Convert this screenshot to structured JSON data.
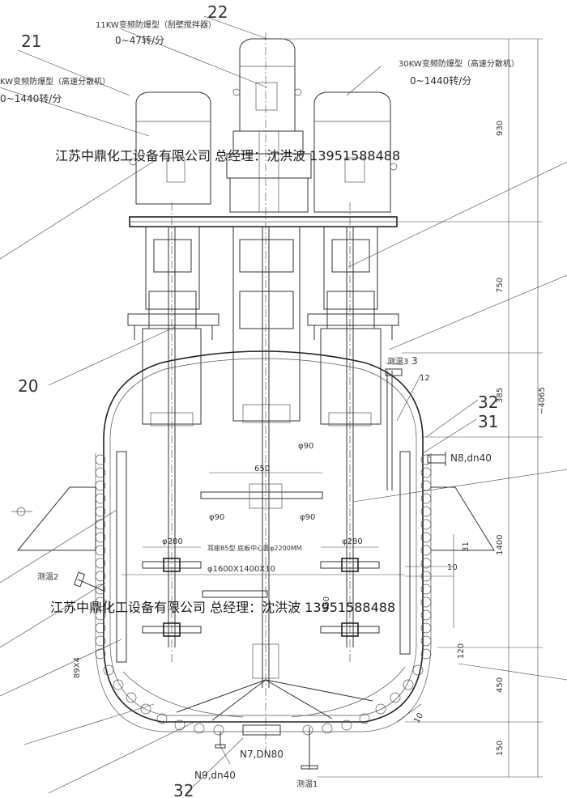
{
  "watermarks": {
    "top": "江苏中鼎化工设备有限公司 总经理：沈洪波 13951588488",
    "middle": "江苏中鼎化工设备有限公司 总经理：沈洪波 13951588488"
  },
  "callouts": {
    "c22": "22",
    "c21": "21",
    "c20": "20",
    "c31": "31",
    "c32_right": "32",
    "c32_bottom": "32",
    "c3": "3",
    "c12": "12"
  },
  "motors": {
    "center_power": "11KW变频防爆型（刮壁搅拌器）",
    "center_speed": "0~47转/分",
    "right_power": "30KW变频防爆型（高速分散机）",
    "right_speed": "0~1440转/分",
    "left_power": "KW变频防爆型（高速分散机）",
    "left_speed": "0~1440转/分"
  },
  "nozzles": {
    "n8": "N8,dn40",
    "n7": "N7,DN80",
    "n9": "N9,dn40",
    "temp1": "测温1",
    "temp2": "测温2",
    "temp3": "测温3"
  },
  "inner_labels": {
    "d90_top": "φ90",
    "w650": "650",
    "d90_left": "φ90",
    "d90_right": "φ90",
    "d280_left": "φ280",
    "d280_right": "φ280",
    "flange_note": "耳座B5型 底板中心圆φ2200MM",
    "coil": "φ1600X1400X10",
    "h450_mid": "450",
    "pitch": "89X4"
  },
  "dimensions": {
    "d930": "930",
    "d750": "750",
    "d385": "385",
    "d1400": "1400",
    "d450": "450",
    "d150": "150",
    "total": "~4065",
    "d31": "31",
    "d10_right": "10",
    "d120": "120",
    "d10_bottom": "10"
  }
}
